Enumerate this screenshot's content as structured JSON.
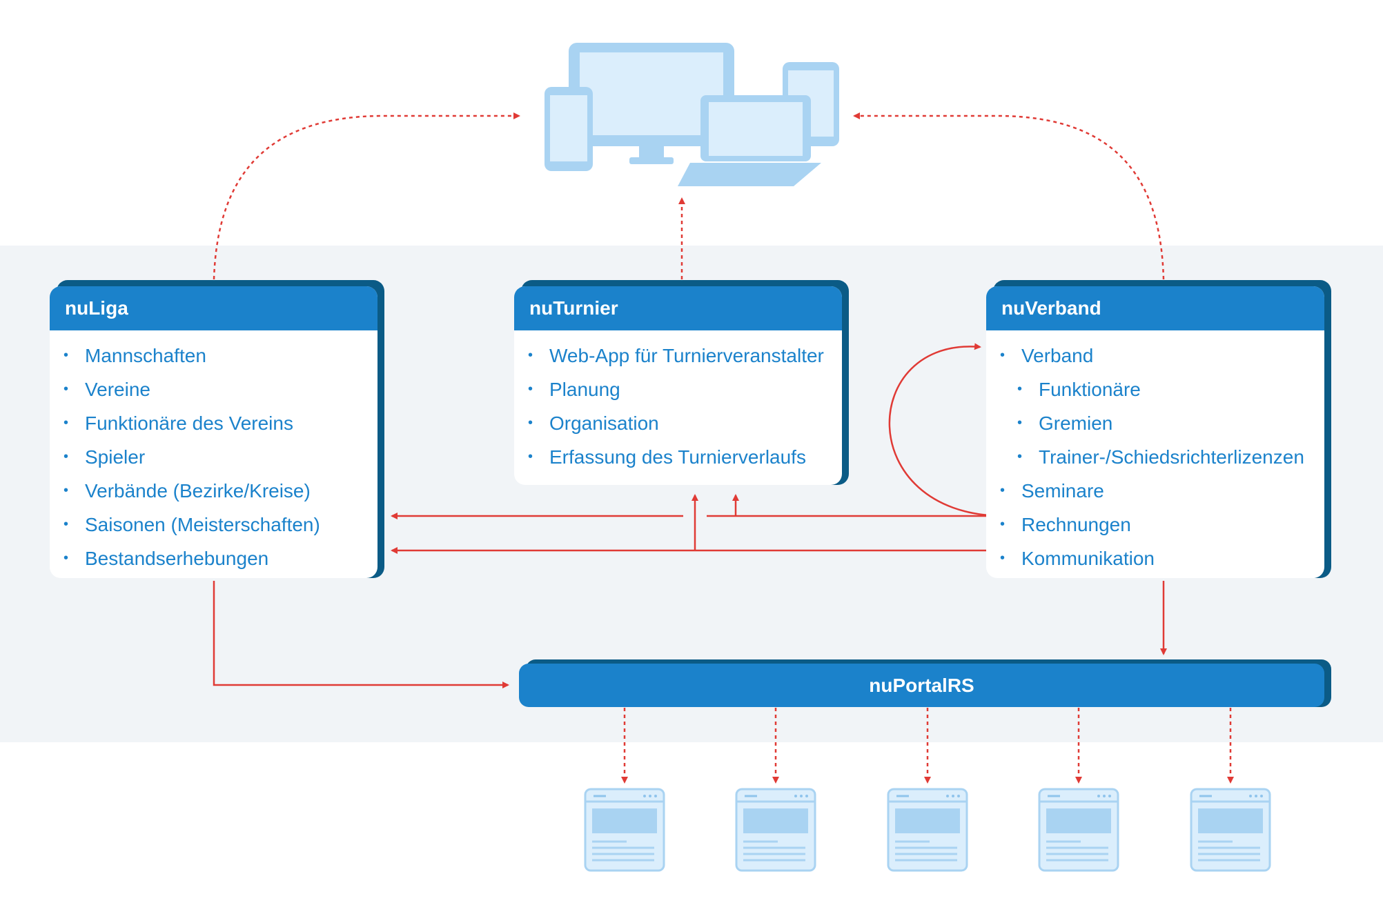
{
  "cards": {
    "nuliga": {
      "title": "nuLiga",
      "items": [
        "Mannschaften",
        "Vereine",
        "Funktionäre des Vereins",
        "Spieler",
        "Verbände (Bezirke/Kreise)",
        "Saisonen (Meisterschaften)",
        "Bestandserhebungen"
      ]
    },
    "nuturnier": {
      "title": "nuTurnier",
      "items": [
        "Web-App für Turnierveranstalter",
        "Planung",
        "Organisation",
        "Erfassung des Turnierverlaufs"
      ]
    },
    "nuverband": {
      "title": "nuVerband",
      "items": [
        "Verband",
        "Funktionäre",
        "Gremien",
        "Trainer-/Schiedsrichterlizenzen",
        "Seminare",
        "Rechnungen",
        "Kommunikation"
      ]
    }
  },
  "portal": {
    "title": "nuPortalRS"
  },
  "icons": {
    "devices": [
      "desktop-monitor-icon",
      "smartphone-icon",
      "tablet-icon",
      "laptop-icon"
    ],
    "portal_pages": [
      "web-page-icon",
      "web-page-icon",
      "web-page-icon",
      "web-page-icon",
      "web-page-icon"
    ]
  },
  "colors": {
    "card_header": "#1b82cb",
    "card_shadow": "#0b5b86",
    "text_blue": "#1b82cb",
    "arrow_red": "#e03a35",
    "device_blue": "#a9d3f2",
    "band": "#f1f4f7"
  }
}
